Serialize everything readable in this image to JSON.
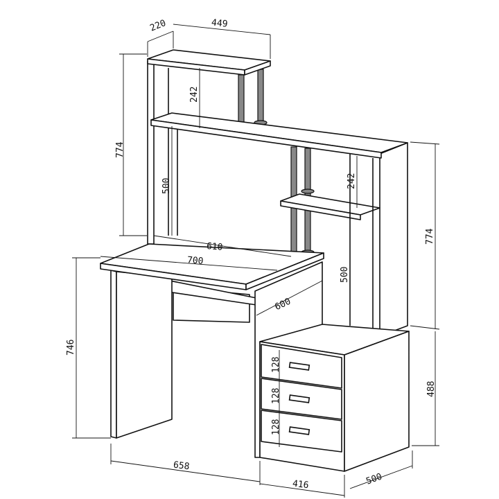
{
  "dimensions": {
    "top_shelf_depth": "220",
    "top_shelf_width": "449",
    "hutch_height_left": "774",
    "upper_gap": "242",
    "hutch_opening_height": "500",
    "hutch_inner_width": "610",
    "desk_width": "700",
    "desk_depth": "600",
    "side_shelf_gap": "242",
    "side_opening_height": "500",
    "hutch_height_right": "774",
    "desk_height": "746",
    "drawer_1": "128",
    "drawer_2": "128",
    "drawer_3": "128",
    "pedestal_height": "488",
    "overall_front_width": "658",
    "pedestal_width": "416",
    "pedestal_depth": "500"
  }
}
